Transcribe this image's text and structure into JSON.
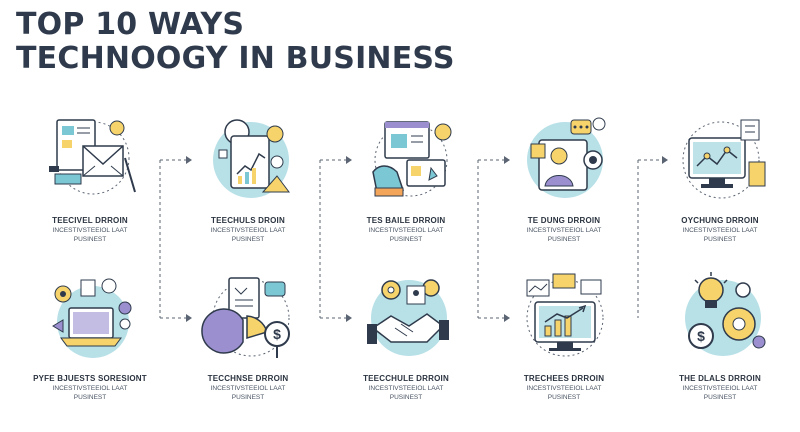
{
  "title": {
    "line1": "TOP 10 WAYS",
    "line2": "TECHNOOGY IN BUSINESS"
  },
  "colors": {
    "teal": "#7cc7d4",
    "yellow": "#f7d46b",
    "purple": "#9b8fd0",
    "navy": "#2f3b4c",
    "orange": "#f3a65a"
  },
  "items": [
    {
      "label": "TEECIVEL DRROIN",
      "desc": "INCESTIVSTEEIOL LAAT\nPUSINEST",
      "icon": "documents-envelope-icon"
    },
    {
      "label": "TEECHULS DROIN",
      "desc": "INCESTIVSTEEIOL LAAT\nPUSINEST",
      "icon": "tablet-chart-icon"
    },
    {
      "label": "TES BAILE DRROIN",
      "desc": "INCESTIVSTEEIOL LAAT\nPUSINEST",
      "icon": "browser-hand-icon"
    },
    {
      "label": "TE DUNG DRROIN",
      "desc": "INCESTIVSTEEIOL LAAT\nPUSINEST",
      "icon": "person-screen-icon"
    },
    {
      "label": "OYCHUNG DRROIN",
      "desc": "INCESTIVSTEEIOL LAAT\nPUSINEST",
      "icon": "monitor-network-icon"
    },
    {
      "label": "PYFE BJUESTS SORESIONT",
      "desc": "INCESTIVSTEEIOL LAAT\nPUSINEST",
      "icon": "laptop-users-icon"
    },
    {
      "label": "TECCHNSE DRROIN",
      "desc": "INCESTIVSTEEIOL LAAT\nPUSINEST",
      "icon": "pie-chart-coin-icon"
    },
    {
      "label": "TEECCHULE DRROIN",
      "desc": "INCESTIVSTEEIOL LAAT\nPUSINEST",
      "icon": "handshake-gears-icon"
    },
    {
      "label": "TRECHEES DRROIN",
      "desc": "INCESTIVSTEEIOL LAAT\nPUSINEST",
      "icon": "monitor-growth-icon"
    },
    {
      "label": "THE DLALS DRROIN",
      "desc": "INCESTIVSTEEIOL LAAT\nPUSINEST",
      "icon": "bulb-gears-coin-icon"
    }
  ]
}
